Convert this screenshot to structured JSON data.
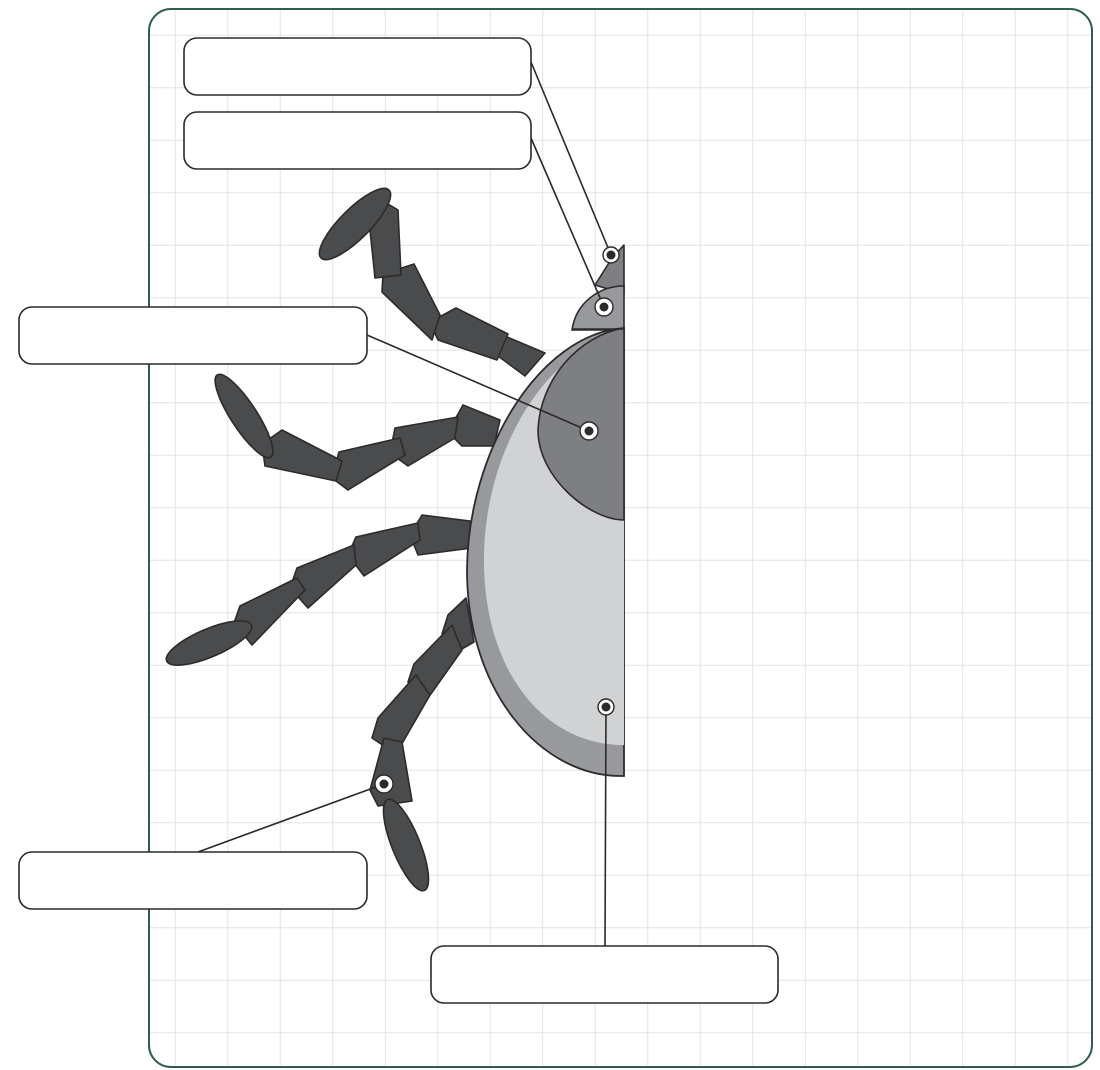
{
  "diagram": {
    "colors": {
      "frame": "#2f5d4f",
      "grid": "#e3e3e3",
      "leg": "#4a4b4d",
      "outline": "#2b2b2b",
      "head": "#7e7f82",
      "scutum": "#7e7f82",
      "body_outer": "#98999c",
      "body_inner": "#d1d2d4"
    },
    "labels": [
      {
        "id": "label-1",
        "text": ""
      },
      {
        "id": "label-2",
        "text": ""
      },
      {
        "id": "label-3",
        "text": ""
      },
      {
        "id": "label-4",
        "text": ""
      },
      {
        "id": "label-5",
        "text": ""
      }
    ]
  }
}
